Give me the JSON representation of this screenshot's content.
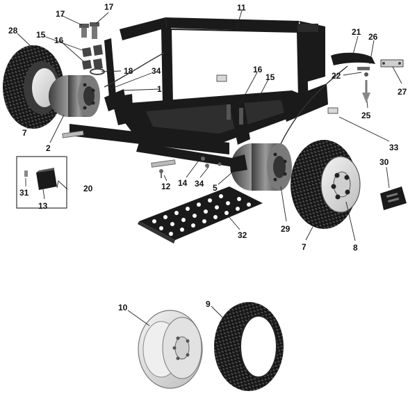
{
  "diagram": {
    "callouts": {
      "p1": "1",
      "p2": "2",
      "p5": "5",
      "p7a": "7",
      "p7b": "7",
      "p8": "8",
      "p9": "9",
      "p10": "10",
      "p11": "11",
      "p12": "12",
      "p13": "13",
      "p14": "14",
      "p15a": "15",
      "p15b": "15",
      "p16a": "16",
      "p16b": "16",
      "p17a": "17",
      "p17b": "17",
      "p18": "18",
      "p20": "20",
      "p21": "21",
      "p22": "22",
      "p25": "25",
      "p26": "26",
      "p27": "27",
      "p28": "28",
      "p29": "29",
      "p30": "30",
      "p31": "31",
      "p32": "32",
      "p33": "33",
      "p34a": "34",
      "p34b": "34"
    },
    "colors": {
      "ink": "#111111",
      "frame": "#1a1a1a",
      "tire": "#161616",
      "rim": "#e6e6e6",
      "hub": "#6f6f6f",
      "label_plate": "#d8d8d8"
    }
  }
}
